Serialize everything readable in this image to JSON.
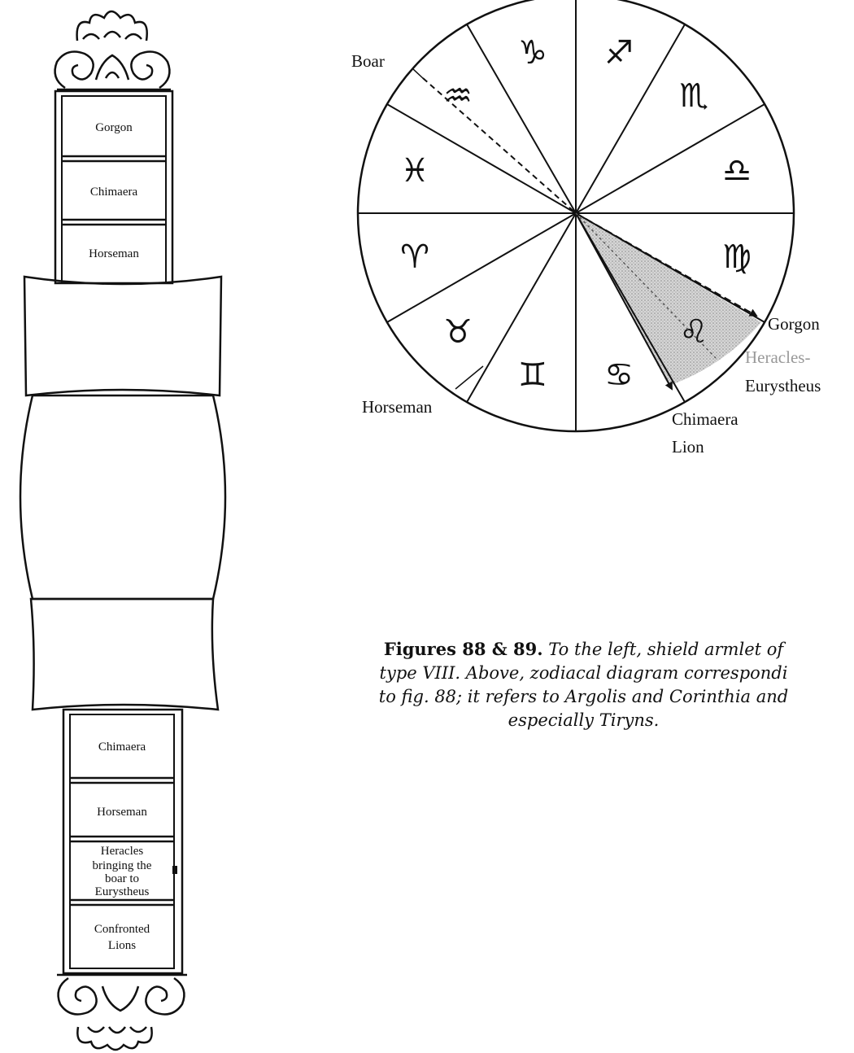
{
  "armlet": {
    "top_panels": [
      "Gorgon",
      "Chimaera",
      "Horseman"
    ],
    "bottom_panels": [
      "Chimaera",
      "Horseman",
      [
        "Heracles",
        "bringing the",
        "boar to",
        "Eurystheus"
      ],
      [
        "Confronted",
        "Lions"
      ]
    ]
  },
  "zodiac": {
    "signs": [
      {
        "name": "capricorn",
        "glyph": "♑"
      },
      {
        "name": "sagittarius",
        "glyph": "♐"
      },
      {
        "name": "scorpio",
        "glyph": "♏"
      },
      {
        "name": "libra",
        "glyph": "♎"
      },
      {
        "name": "virgo",
        "glyph": "♍"
      },
      {
        "name": "leo",
        "glyph": "♌"
      },
      {
        "name": "cancer",
        "glyph": "♋"
      },
      {
        "name": "gemini",
        "glyph": "♊"
      },
      {
        "name": "taurus",
        "glyph": "♉"
      },
      {
        "name": "aries",
        "glyph": "♈"
      },
      {
        "name": "pisces",
        "glyph": "♓"
      },
      {
        "name": "aquarius",
        "glyph": "♒"
      }
    ],
    "labels": {
      "boar": "Boar",
      "horseman": "Horseman",
      "gorgon": "Gorgon",
      "heracles": "Heracles-",
      "eurystheus": "Eurystheus",
      "chimaera": "Chimaera",
      "lion": "Lion"
    }
  },
  "caption": {
    "bold": "Figures 88 & 89.",
    "line1": " To the left, shield armlet of",
    "line2": "type VIII. Above, zodiacal diagram correspondi",
    "line3": "to fig. 88; it refers to Argolis and Corinthia and",
    "line4": "especially Tiryns."
  }
}
